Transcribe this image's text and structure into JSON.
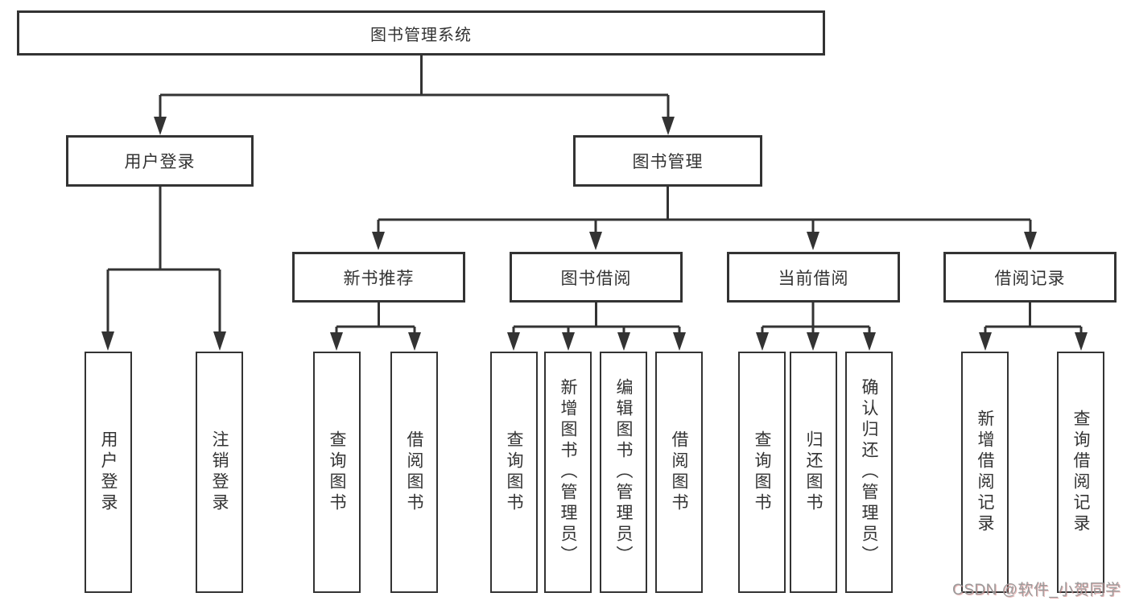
{
  "tree": {
    "label": "图书管理系统",
    "children": [
      {
        "label": "用户登录",
        "children": [
          {
            "label": "用户登录"
          },
          {
            "label": "注销登录"
          }
        ]
      },
      {
        "label": "图书管理",
        "children": [
          {
            "label": "新书推荐",
            "children": [
              {
                "label": "查询图书"
              },
              {
                "label": "借阅图书"
              }
            ]
          },
          {
            "label": "图书借阅",
            "children": [
              {
                "label": "查询图书"
              },
              {
                "label": "新增图书（管理员）"
              },
              {
                "label": "编辑图书（管理员）"
              },
              {
                "label": "借阅图书"
              }
            ]
          },
          {
            "label": "当前借阅",
            "children": [
              {
                "label": "查询图书"
              },
              {
                "label": "归还图书"
              },
              {
                "label": "确认归还（管理员）"
              }
            ]
          },
          {
            "label": "借阅记录",
            "children": [
              {
                "label": "新增借阅记录"
              },
              {
                "label": "查询借阅记录"
              }
            ]
          }
        ]
      }
    ]
  },
  "watermark": {
    "text": "CSDN @软件_小贺同学"
  },
  "colors": {
    "line": "#333333",
    "box_border": "#333333",
    "box_background": "#ffffff",
    "text": "#333333",
    "watermark_gray": "#9b9b9b",
    "watermark_red_tint": "#cb5d5d"
  }
}
